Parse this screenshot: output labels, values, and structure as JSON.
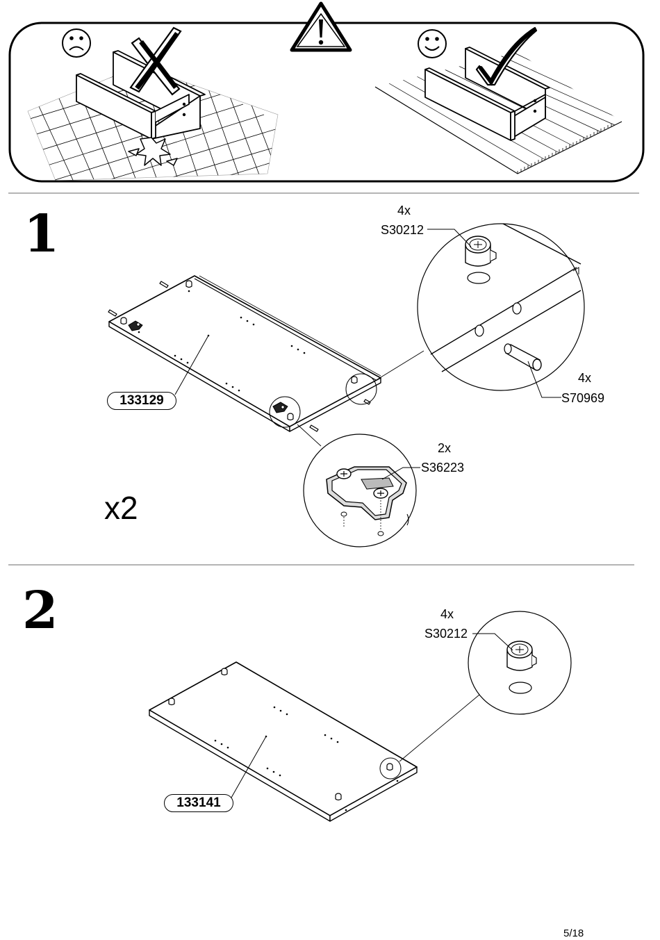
{
  "page": {
    "number": "5/18"
  },
  "warning_panel": {
    "bad_example_icon": "sad-face-icon",
    "good_example_icon": "smiley-face-icon",
    "center_icon": "warning-triangle-icon"
  },
  "step1": {
    "number": "1",
    "multiplier": "x2",
    "panel_part": "133129",
    "callouts": [
      {
        "qty": "4x",
        "part": "S30212"
      },
      {
        "qty": "4x",
        "part": "S70969"
      },
      {
        "qty": "2x",
        "part": "S36223"
      }
    ]
  },
  "step2": {
    "number": "2",
    "panel_part": "133141",
    "callouts": [
      {
        "qty": "4x",
        "part": "S30212"
      }
    ]
  }
}
